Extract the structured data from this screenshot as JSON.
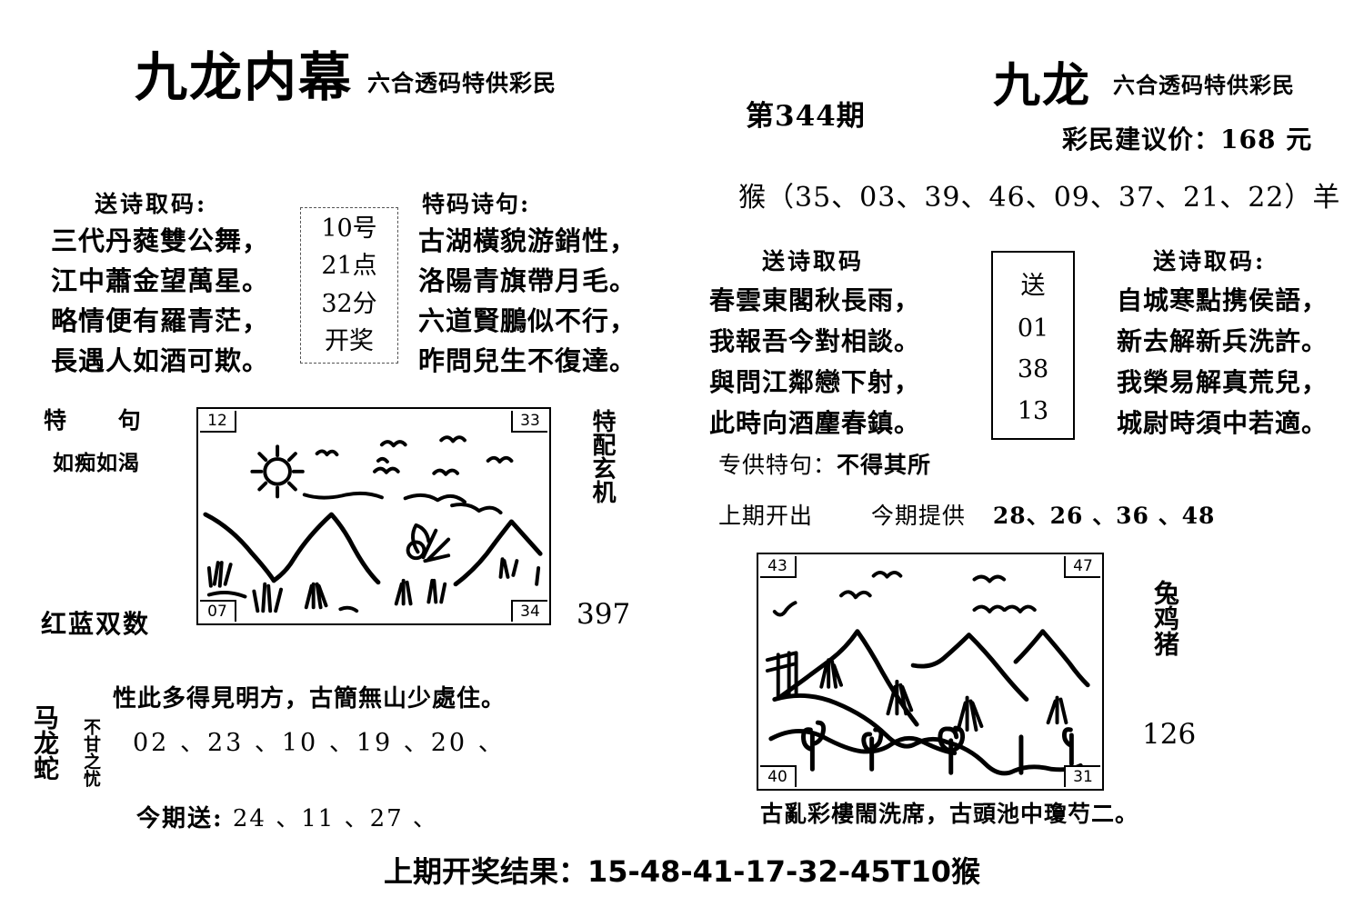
{
  "left": {
    "title": "九龙内幕",
    "subtitle": "六合透码特供彩民",
    "songshi_label": "送诗取码:",
    "poem1": "三代丹蕤雙公舞，\n江中蕭金望萬星。\n略情便有羅青茫，\n長遇人如酒可欺。",
    "codebox": [
      "10号",
      "21点",
      "32分",
      "开奖"
    ],
    "tema_label": "特码诗句:",
    "poem2": "古湖橫貌游銷性，\n洛陽青旗帶月毛。\n六道賢鵬似不行，\n昨問兒生不復達。",
    "teju_label": "特  句",
    "teju_value": "如痴如渴",
    "honglan": "红蓝双数",
    "picture": {
      "corner_tl": "12",
      "corner_tr": "33",
      "corner_bl": "07",
      "corner_br": "34"
    },
    "tepei_vertical": "特配玄机",
    "number_397": "397",
    "zodiacs": "马龙蛇",
    "bugan": "不甘之忧",
    "line_poem": "性此多得見明方，古簡無山少處住。",
    "numbers": "02 、23 、10 、19 、20 、",
    "send_label": "今期送:",
    "send_numbers": "24 、11 、27 、"
  },
  "right": {
    "title": "九龙",
    "subtitle": "六合透码特供彩民",
    "issue": "第344期",
    "price": "彩民建议价：168 元",
    "zodiac_range": "猴（35、03、39、46、09、37、21、22）羊",
    "songshi_label_1": "送诗取码",
    "poem1": "春雲東閣秋長雨，\n我報吾今對相談。\n與問江鄰戀下射，\n此時向酒麈春鎮。",
    "codebox": [
      "送",
      "01",
      "38",
      "13"
    ],
    "songshi_label_2": "送诗取码:",
    "poem2": "自城寒點携侯語，\n新去解新兵洗許。\n我榮易解真荒兒，\n城尉時須中若適。",
    "zhuangong_label": "专供特句：",
    "zhuangong_value": "不得其所",
    "prev_label": "上期开出",
    "current_label": "今期提供",
    "current_numbers": "28、26 、36 、48",
    "picture": {
      "corner_tl": "43",
      "corner_tr": "47",
      "corner_bl": "40",
      "corner_br": "31"
    },
    "zodiacs": "兔鸡猪",
    "number_126": "126",
    "line_poem": "古亂彩樓閙洗席，古頭池中瓊芍二。"
  },
  "footer": {
    "text": "上期开奖结果：15-48-41-17-32-45T10猴"
  },
  "colors": {
    "ink": "#000000",
    "paper": "#ffffff"
  }
}
